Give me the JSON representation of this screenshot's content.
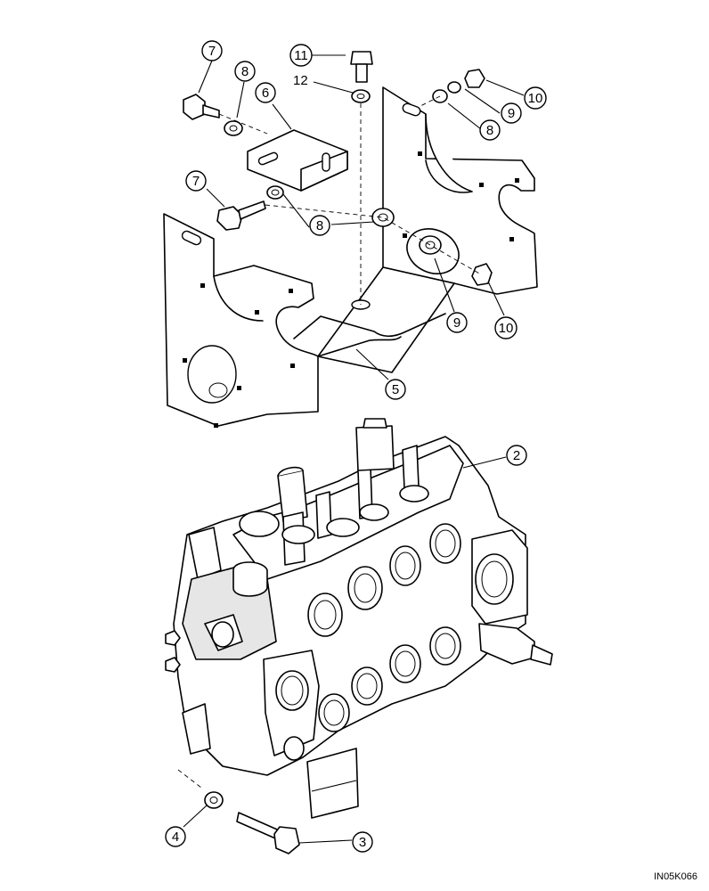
{
  "callouts": [
    {
      "id": "c7a",
      "label": "7"
    },
    {
      "id": "c8a",
      "label": "8"
    },
    {
      "id": "c6",
      "label": "6"
    },
    {
      "id": "c11",
      "label": "11"
    },
    {
      "id": "c12",
      "label": "12"
    },
    {
      "id": "c10a",
      "label": "10"
    },
    {
      "id": "c9a",
      "label": "9"
    },
    {
      "id": "c8b",
      "label": "8"
    },
    {
      "id": "c7b",
      "label": "7"
    },
    {
      "id": "c8c",
      "label": "8"
    },
    {
      "id": "c9b",
      "label": "9"
    },
    {
      "id": "c10b",
      "label": "10"
    },
    {
      "id": "c5",
      "label": "5"
    },
    {
      "id": "c2",
      "label": "2"
    },
    {
      "id": "c4",
      "label": "4"
    },
    {
      "id": "c3",
      "label": "3"
    }
  ],
  "reference_code": "IN05K066"
}
